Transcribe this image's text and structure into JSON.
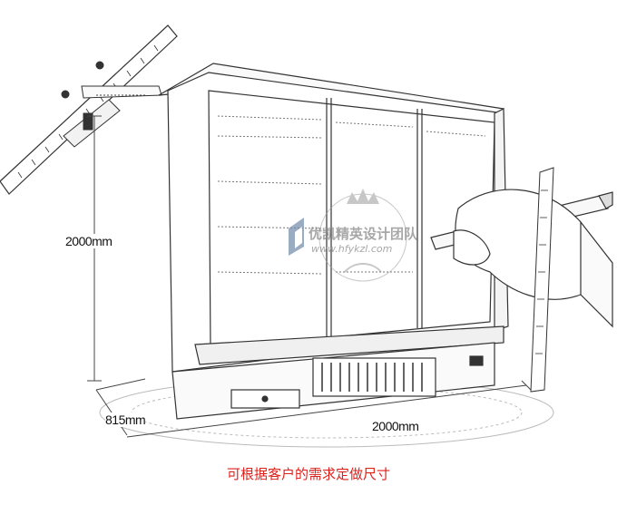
{
  "dimensions": {
    "height_label": "2000mm",
    "depth_label": "815mm",
    "width_label": "2000mm"
  },
  "watermark": {
    "brand_text": "优凯精英设计团队",
    "url_text": "www.hfykzl.com"
  },
  "caption": "可根据客户的需求定做尺寸",
  "colors": {
    "caption": "#e0201a",
    "line": "#333333",
    "watermark": "#9a9a9a"
  }
}
